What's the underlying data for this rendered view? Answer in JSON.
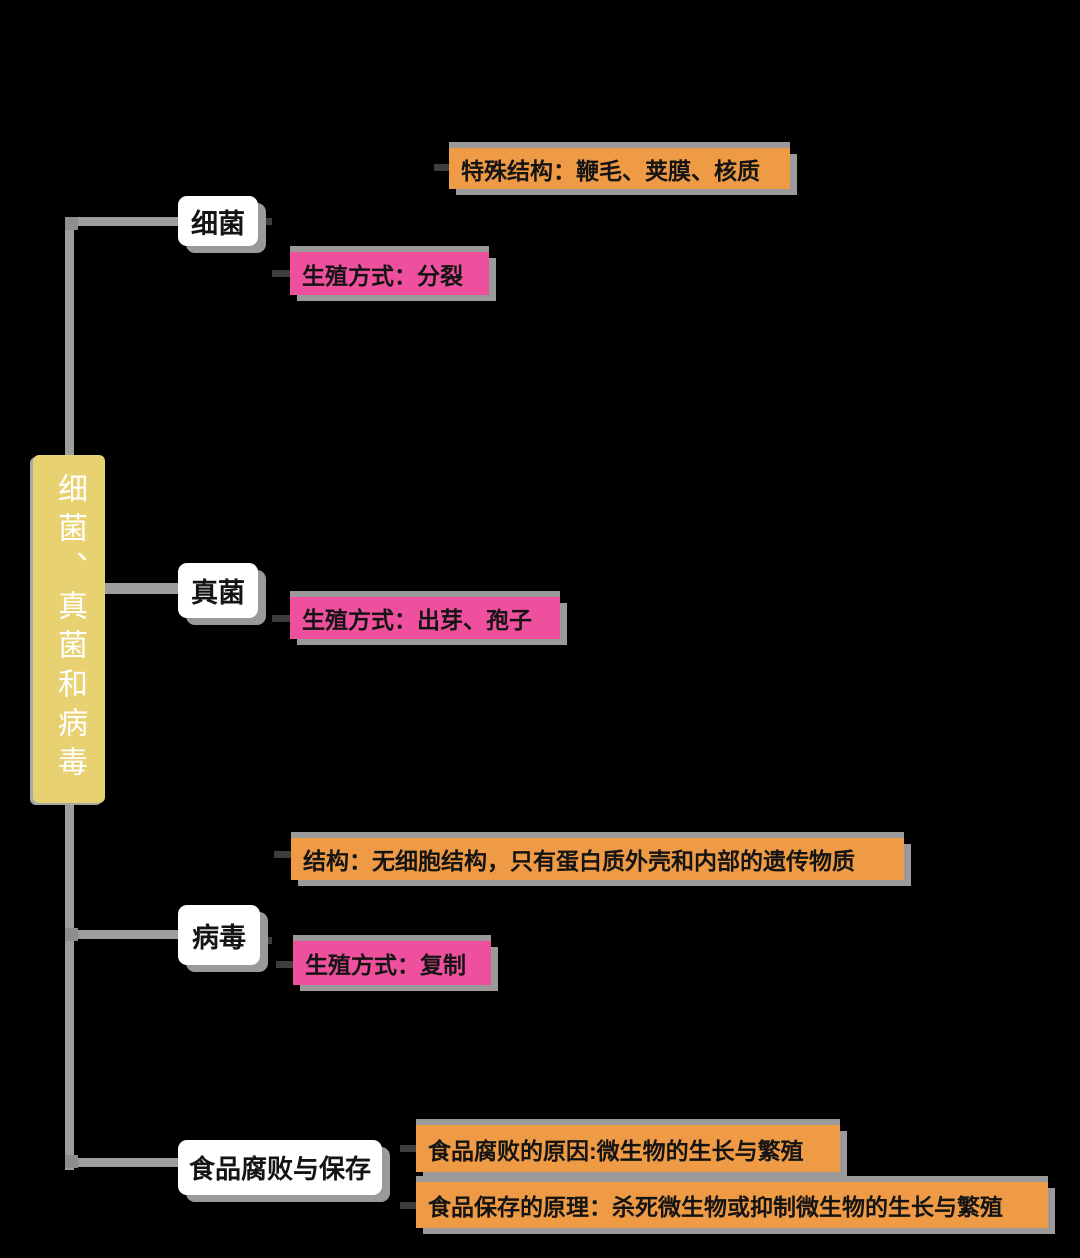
{
  "diagram": {
    "type": "mindmap",
    "background": "#000000"
  },
  "palette": {
    "root_yellow": "#e8d170",
    "leaf_orange": "#ef9a44",
    "leaf_pink": "#ef509d",
    "node_white": "#ffffff",
    "line_gray": "#9d9d9d",
    "shadow_gray": "#9a9a9a",
    "connector_dark": "#3d3d3d",
    "text_dark": "#141414",
    "root_text": "#ffffff"
  },
  "root": {
    "label": "细菌、真菌和病毒"
  },
  "branches": [
    {
      "label": "细菌",
      "children": [
        {
          "text": "特殊结构：鞭毛、荚膜、核质",
          "color": "orange"
        },
        {
          "text": "生殖方式：分裂",
          "color": "pink"
        }
      ]
    },
    {
      "label": "真菌",
      "children": [
        {
          "text": "生殖方式：出芽、孢子",
          "color": "pink"
        }
      ]
    },
    {
      "label": "病毒",
      "children": [
        {
          "text": "结构：无细胞结构，只有蛋白质外壳和内部的遗传物质",
          "color": "orange"
        },
        {
          "text": "生殖方式：复制",
          "color": "pink"
        }
      ]
    },
    {
      "label": "食品腐败与保存",
      "children": [
        {
          "text": "食品腐败的原因:微生物的生长与繁殖",
          "color": "orange"
        },
        {
          "text": "食品保存的原理：杀死微生物或抑制微生物的生长与繁殖",
          "color": "orange"
        }
      ]
    }
  ]
}
